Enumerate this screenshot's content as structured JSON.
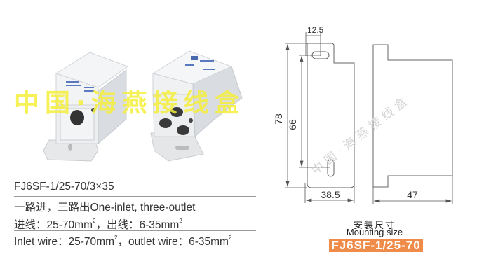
{
  "photo": {
    "watermark": "中国·海燕接线盒",
    "products": [
      {
        "name": "single-inlet block",
        "holes": 1
      },
      {
        "name": "three-outlet block",
        "holes": 3
      }
    ]
  },
  "specs": {
    "model": "FJ6SF-1/25-70/3×35",
    "config_cn": "一路进，三路出",
    "config_en": "One-inlet, three-outlet",
    "wire_cn_in_label": "进线：",
    "wire_cn_in_value": "25-70mm",
    "wire_cn_sep": "，出线：",
    "wire_cn_out_value": "6-35mm",
    "wire_en_in_label": "Inlet wire：",
    "wire_en_in_value": "25-70mm",
    "wire_en_sep": "，outlet wire：",
    "wire_en_out_value": "6-35mm",
    "sup": "2"
  },
  "drawing": {
    "dims": {
      "slot_offset": "12.5",
      "height_total": "78",
      "hole_spacing": "66",
      "width_front": "38.5",
      "depth_side": "47"
    },
    "watermark": "中国·海燕接线盒"
  },
  "caption": {
    "title_cn": "安装尺寸",
    "title_en": "Mounting size",
    "model": "FJ6SF-1/25-70",
    "badge_color": "#f08c4a"
  }
}
